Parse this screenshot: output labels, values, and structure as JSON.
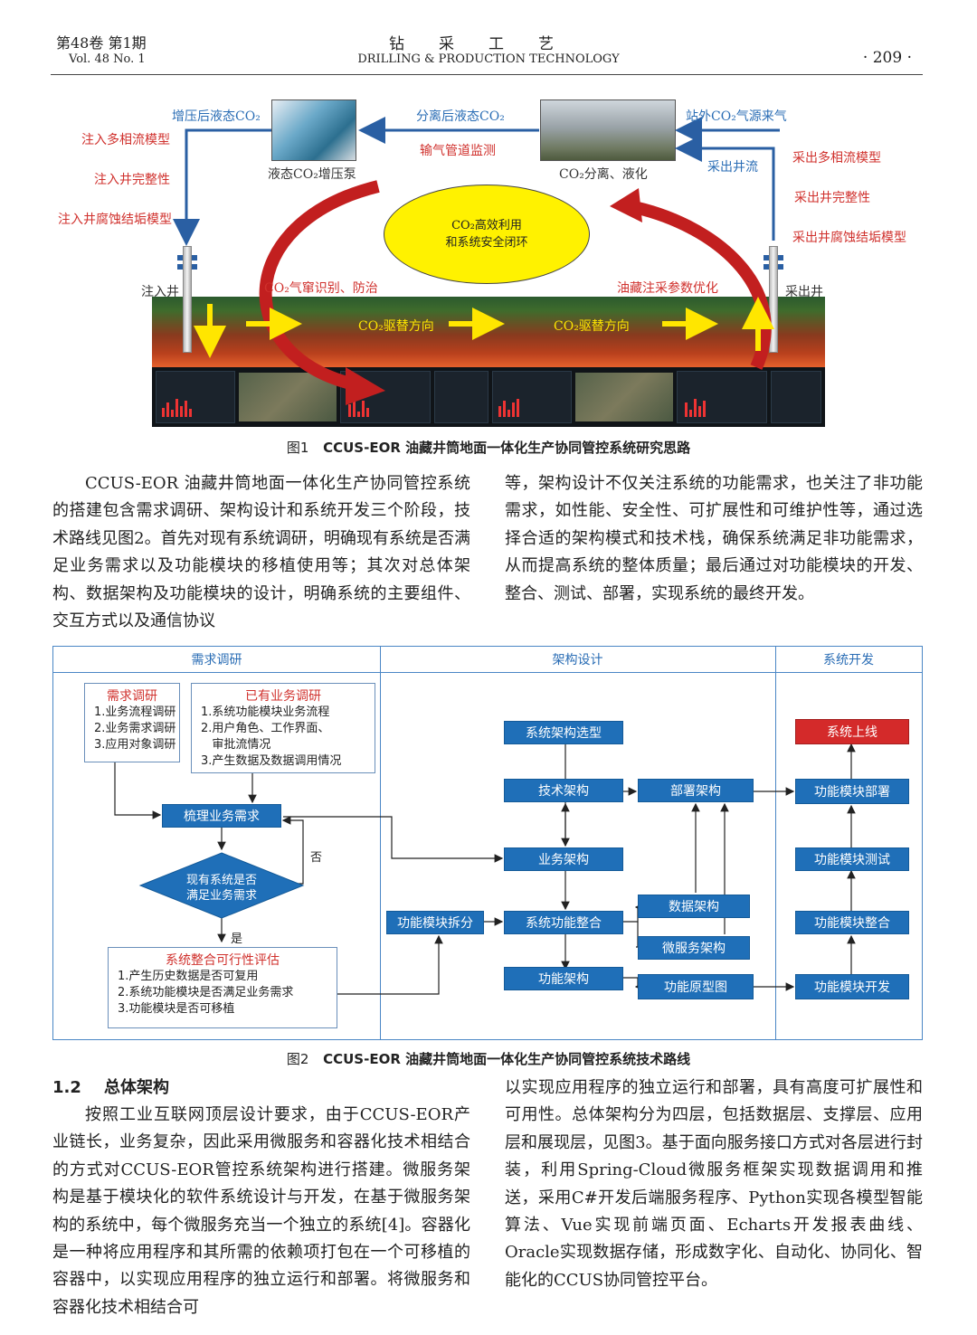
{
  "header": {
    "vol_cn": "第48卷  第1期",
    "vol_en": "Vol. 48   No. 1",
    "journal_cn": "钻采工艺",
    "journal_en": "DRILLING & PRODUCTION TECHNOLOGY",
    "page": "· 209 ·"
  },
  "fig1": {
    "labels": {
      "inj_co2": "增压后液态CO₂",
      "sep_co2": "分离后液态CO₂",
      "pipe_monitor": "输气管道监测",
      "ext_source": "站外CO₂气源来气",
      "pump": "液态CO₂增压泵",
      "separation": "CO₂分离、液化",
      "prod_flow": "采出井流",
      "inj_multiphase": "注入多相流模型",
      "inj_integrity": "注入井完整性",
      "inj_corrosion": "注入井腐蚀结垢模型",
      "prod_multiphase": "采出多相流模型",
      "prod_integrity": "采出井完整性",
      "prod_corrosion": "采出井腐蚀结垢模型",
      "center_line1": "CO₂高效利用",
      "center_line2": "和系统安全闭环",
      "inj_well": "注入井",
      "prod_well": "采出井",
      "gas_channel": "CO₂气窜识别、防治",
      "param_opt": "油藏注采参数优化",
      "drive1": "CO₂驱替方向",
      "drive2": "CO₂驱替方向"
    },
    "caption_no": "图1",
    "caption": "CCUS-EOR 油藏井筒地面一体化生产协同管控系统研究思路"
  },
  "para1_left": "CCUS-EOR 油藏井筒地面一体化生产协同管控系统的搭建包含需求调研、架构设计和系统开发三个阶段，技术路线见图2。首先对现有系统调研，明确现有系统是否满足业务需求以及功能模块的移植使用等；其次对总体架构、数据架构及功能模块的设计，明确系统的主要组件、交互方式以及通信协议",
  "para1_right": "等，架构设计不仅关注系统的功能需求，也关注了非功能需求，如性能、安全性、可扩展性和可维护性等，通过选择合适的架构模式和技术栈，确保系统满足非功能需求，从而提高系统的整体质量；最后通过对功能模块的开发、整合、测试、部署，实现系统的最终开发。",
  "fig2": {
    "sections": [
      "需求调研",
      "架构设计",
      "系统开发"
    ],
    "req_box": {
      "title": "需求调研",
      "items": [
        "1.业务流程调研",
        "2.业务需求调研",
        "3.应用对象调研"
      ]
    },
    "exist_box": {
      "title": "已有业务调研",
      "items": [
        "1.系统功能模块业务流程",
        "2.用户角色、工作界面、",
        "   审批流情况",
        "3.产生数据及数据调用情况"
      ]
    },
    "sort_req": "梳理业务需求",
    "diamond_l1": "现有系统是否",
    "diamond_l2": "满足业务需求",
    "no": "否",
    "yes": "是",
    "feas_box": {
      "title": "系统整合可行性评估",
      "items": [
        "1.产生历史数据是否可复用",
        "2.系统功能模块是否满足业务需求",
        "3.功能模块是否可移植"
      ]
    },
    "func_split": "功能模块拆分",
    "arch_select": "系统架构选型",
    "tech_arch": "技术架构",
    "deploy_arch": "部署架构",
    "biz_arch": "业务架构",
    "sys_integ": "系统功能整合",
    "data_arch": "数据架构",
    "micro_arch": "微服务架构",
    "func_arch": "功能架构",
    "proto": "功能原型图",
    "online": "系统上线",
    "mod_deploy": "功能模块部署",
    "mod_test": "功能模块测试",
    "mod_integ": "功能模块整合",
    "mod_dev": "功能模块开发",
    "caption_no": "图2",
    "caption": "CCUS-EOR 油藏井筒地面一体化生产协同管控系统技术路线",
    "red_color": "#d42a2a",
    "blue_color": "#1f6fb8"
  },
  "section": {
    "number": "1.2",
    "title": "总体架构"
  },
  "para2_left": "按照工业互联网顶层设计要求，由于CCUS-EOR产业链长，业务复杂，因此采用微服务和容器化技术相结合的方式对CCUS-EOR管控系统架构进行搭建。微服务架构是基于模块化的软件系统设计与开发，在基于微服务架构的系统中，每个微服务充当一个独立的系统[4]。容器化是一种将应用程序和其所需的依赖项打包在一个可移植的容器中，以实现应用程序的独立运行和部署。将微服务和容器化技术相结合可",
  "para2_right": "以实现应用程序的独立运行和部署，具有高度可扩展性和可用性。总体架构分为四层，包括数据层、支撑层、应用层和展现层，见图3。基于面向服务接口方式对各层进行封装，利用Spring-Cloud微服务框架实现数据调用和推送，采用C#开发后端服务程序、Python实现各模型智能算法、Vue实现前端页面、Echarts开发报表曲线、Oracle实现数据存储，形成数字化、自动化、协同化、智能化的CCUS协同管控平台。"
}
